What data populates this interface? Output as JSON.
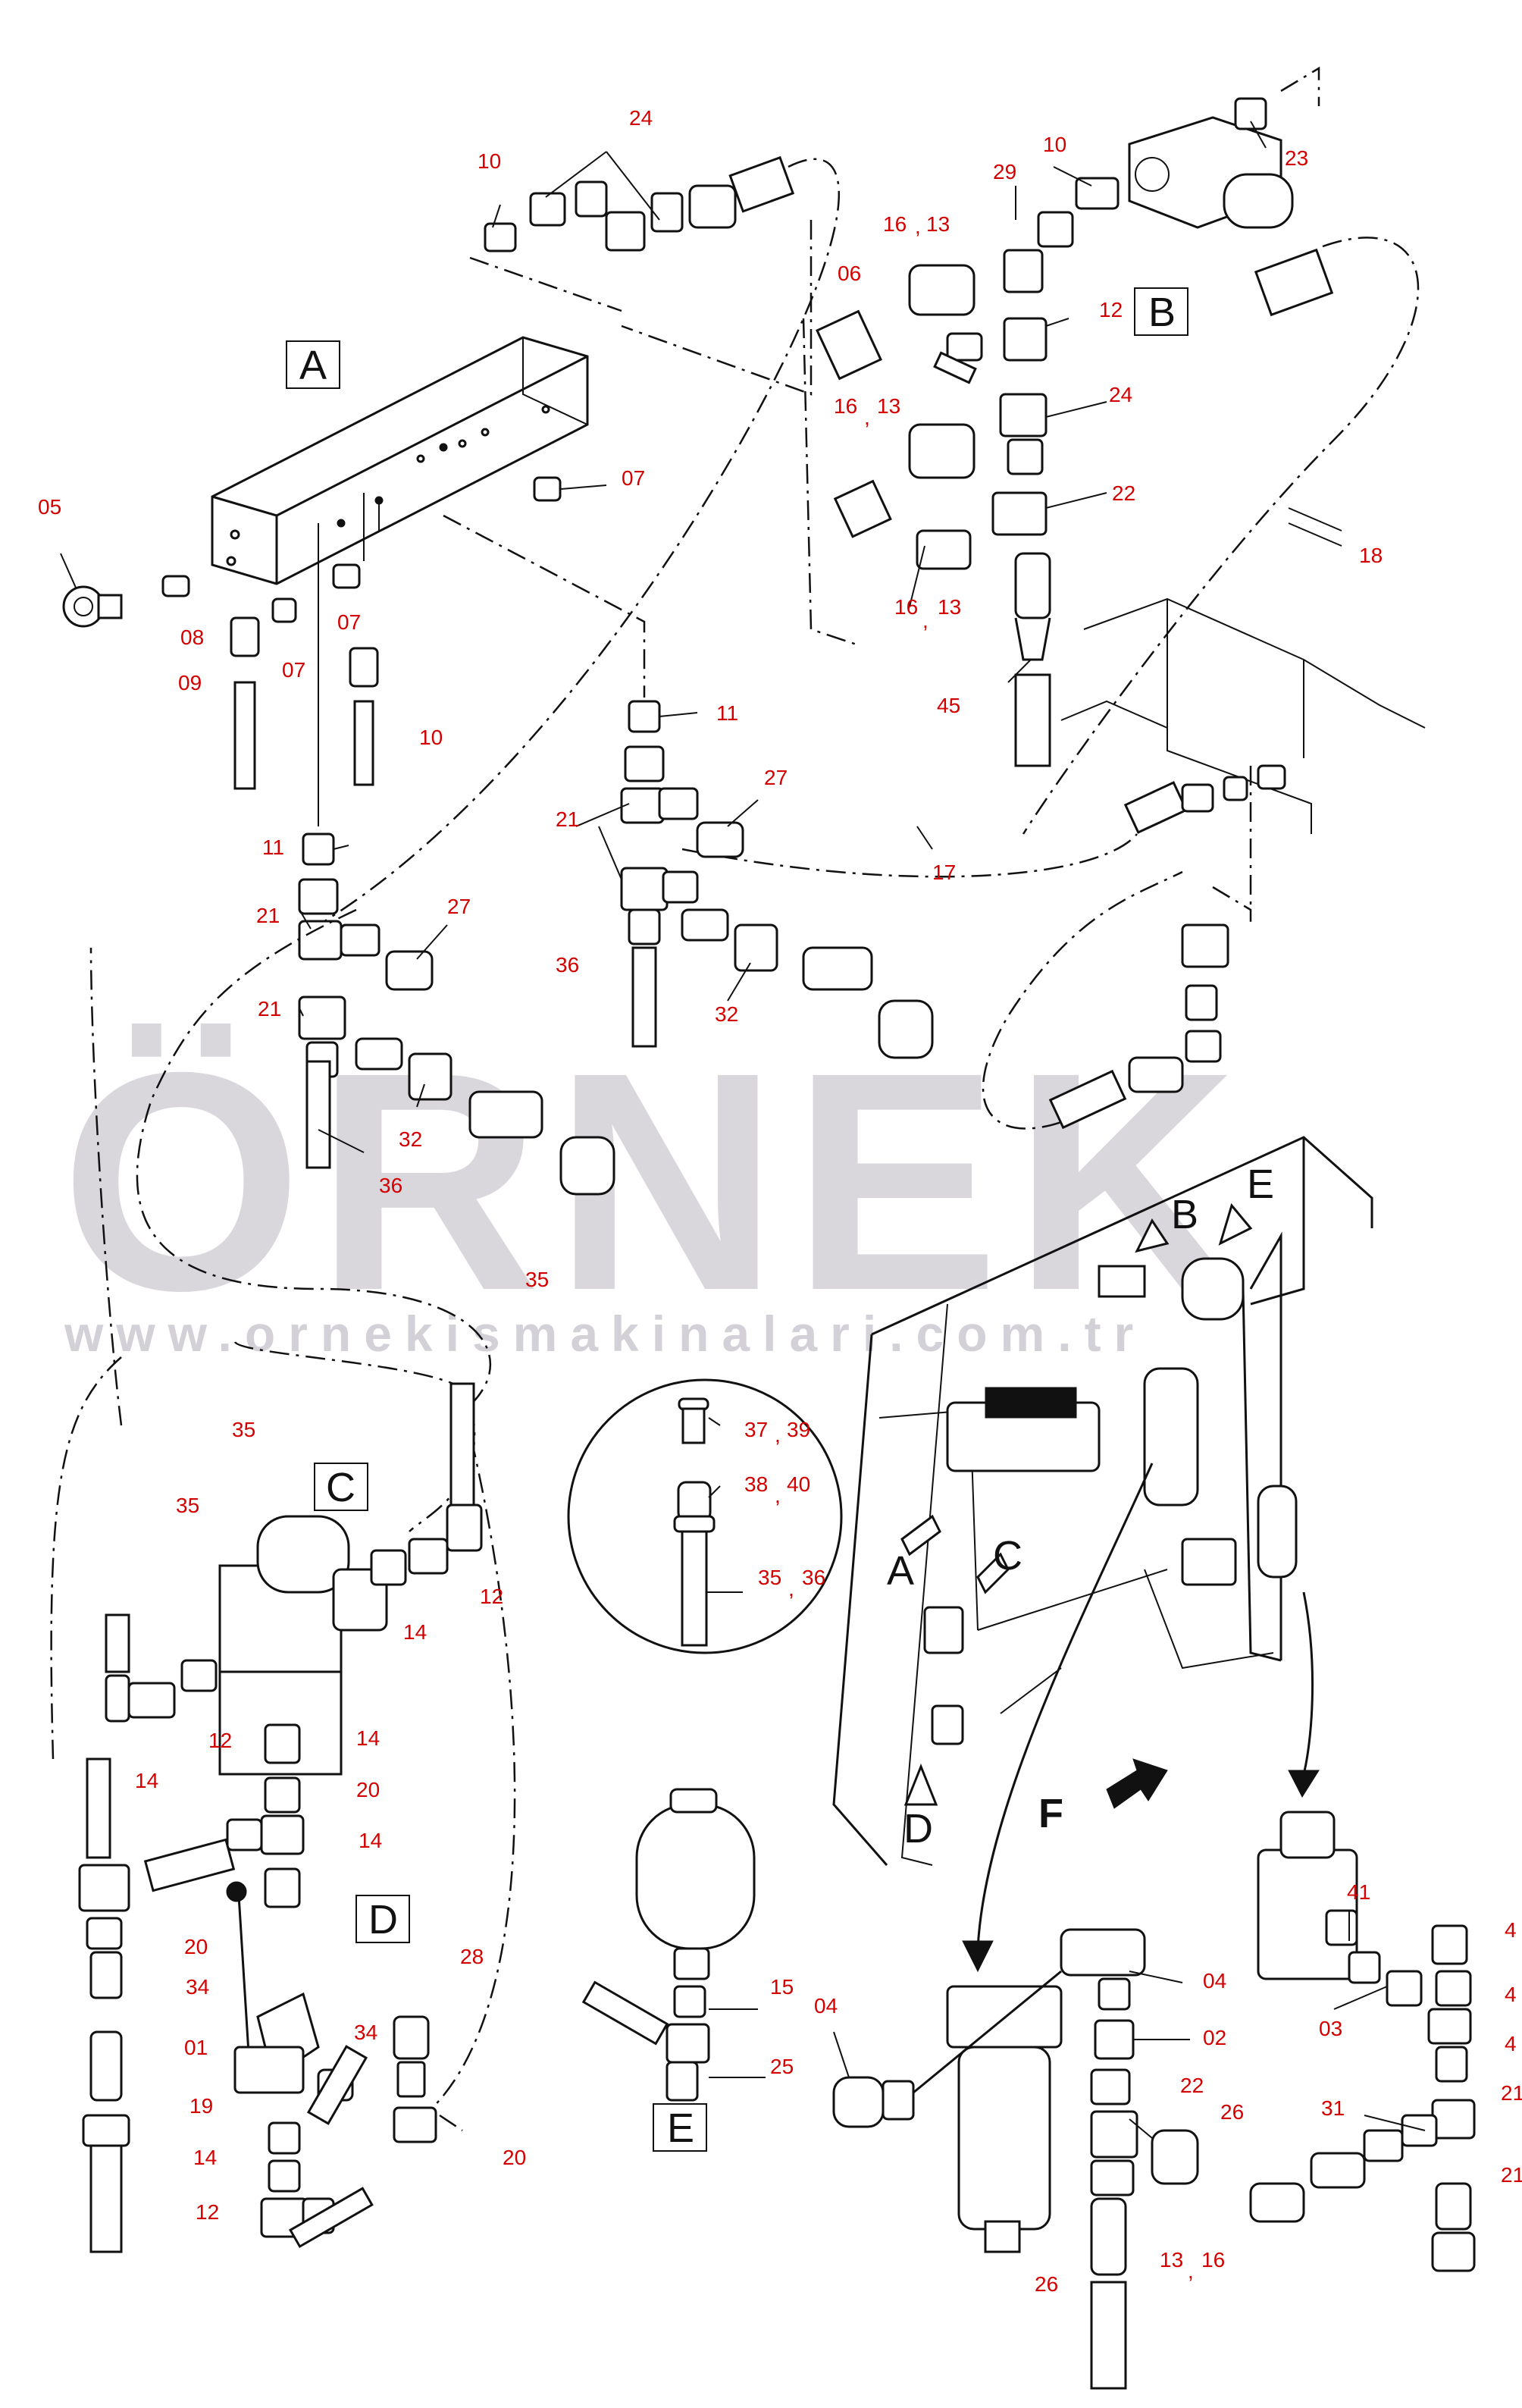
{
  "watermark": {
    "brand": "ÖRNEK",
    "url": "www.ornekismakinalari.com.tr"
  },
  "view_labels": [
    "A",
    "B",
    "C",
    "D",
    "E"
  ],
  "machine_labels": {
    "a": "A",
    "b": "B",
    "c": "C",
    "d": "D",
    "e": "E",
    "f": "F"
  },
  "part_numbers": {
    "p24_top": "24",
    "p10_top": "10",
    "p10_b": "10",
    "p23": "23",
    "p29": "29",
    "p16a": "16",
    "p13a": "13",
    "p06": "06",
    "p12_b": "12",
    "p16b": "16",
    "p13b": "13",
    "p24_b": "24",
    "p22_b": "22",
    "p18": "18",
    "p16c": "16",
    "p13c": "13",
    "p45": "45",
    "p05": "05",
    "p07_a": "07",
    "p08": "08",
    "p07_b": "07",
    "p07_c": "07",
    "p09": "09",
    "p10_a": "10",
    "p11_a": "11",
    "p11_b": "11",
    "p27_a": "27",
    "p21_c": "21",
    "p17": "17",
    "p21_a": "21",
    "p27_b": "27",
    "p21_b": "21",
    "p36_a": "36",
    "p32_a": "32",
    "p32_b": "32",
    "p36_b": "36",
    "p35_a": "35",
    "p35_b": "35",
    "p35_c": "35",
    "p12_c": "12",
    "p14_a": "14",
    "p12_d": "12",
    "p14_b": "14",
    "p14_c": "14",
    "p20_a": "20",
    "p14_d": "14",
    "p20_b": "20",
    "p34_a": "34",
    "p01": "01",
    "p19": "19",
    "p28": "28",
    "p34_b": "34",
    "p14_e": "14",
    "p20_c": "20",
    "p12_e": "12",
    "p37": "37",
    "p39": "39",
    "p38": "38",
    "p40": "40",
    "p35_d": "35",
    "p36_c": "36",
    "p15": "15",
    "p25": "25",
    "p04_a": "04",
    "p04_b": "04",
    "p02": "02",
    "p22_c": "22",
    "p26_a": "26",
    "p13_d": "13",
    "p16_d": "16",
    "p26_b": "26",
    "p41": "41",
    "p03": "03",
    "p31": "31",
    "p42": "4",
    "p43": "4",
    "p44": "4",
    "p21_d": "21",
    "p21_e": "21"
  },
  "separator": ","
}
